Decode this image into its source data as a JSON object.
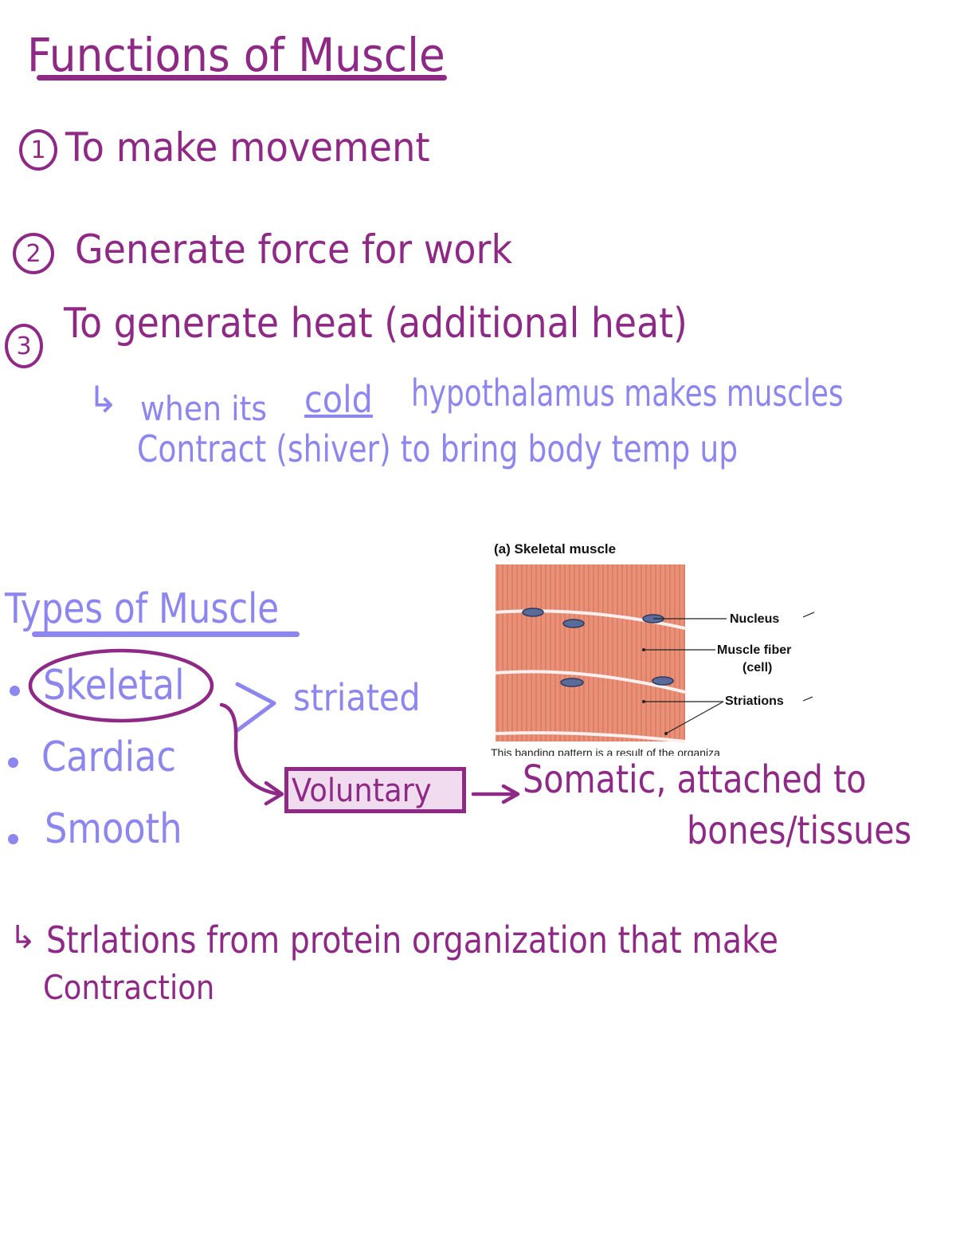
{
  "colors": {
    "purple": "#8e2a86",
    "lavender": "#8c86ee",
    "highlight": "#f1dcef"
  },
  "heading_functions": "Functions of Muscle",
  "functions": [
    {
      "number": "1",
      "text": "To make movement"
    },
    {
      "number": "2",
      "text": "Generate force for work"
    },
    {
      "number": "3",
      "text": "To generate heat (additional heat)"
    }
  ],
  "cold_note": {
    "line1_prefix": "when its",
    "line1_cold": "cold",
    "line1_suffix": "hypothalamus makes muscles",
    "line2": "Contract (shiver) to bring body temp up"
  },
  "heading_types": "Types of Muscle",
  "types": [
    "Skeletal",
    "Cardiac",
    "Smooth"
  ],
  "striated_label": "striated",
  "voluntary_label": "Voluntary",
  "somatic_note": {
    "line1": "Somatic, attached to",
    "line2": "bones/tissues"
  },
  "striations_note": {
    "line1": "Strlations from protein organization that make",
    "line2": "Contraction"
  },
  "figure": {
    "title": "(a) Skeletal muscle",
    "labels": {
      "nucleus": "Nucleus",
      "muscle_fiber": "Muscle fiber",
      "cell": "(cell)",
      "striations": "Striations"
    },
    "caption": "This banding pattern is a result of the organiza"
  }
}
